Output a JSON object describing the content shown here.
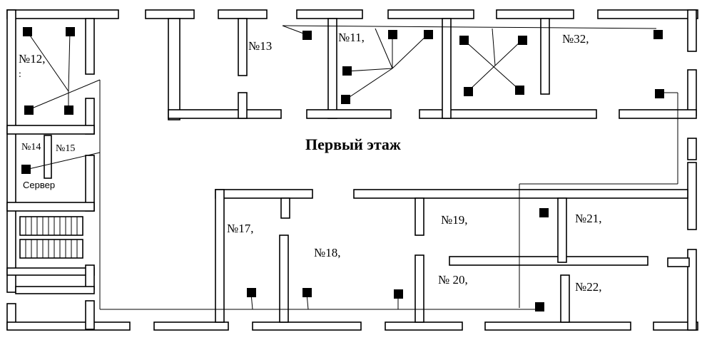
{
  "floor": {
    "title": "Первый этаж"
  },
  "rooms": {
    "r12": "№12,",
    "r12_dots": ":",
    "r13": "№13",
    "r11": "№11,",
    "r32": "№32,",
    "r14": "№14",
    "r15": "№15",
    "server": "Сервер",
    "r17": "№17,",
    "r18": "№18,",
    "r19": "№19,",
    "r21": "№21,",
    "r20": "№ 20,",
    "r22": "№22,"
  }
}
